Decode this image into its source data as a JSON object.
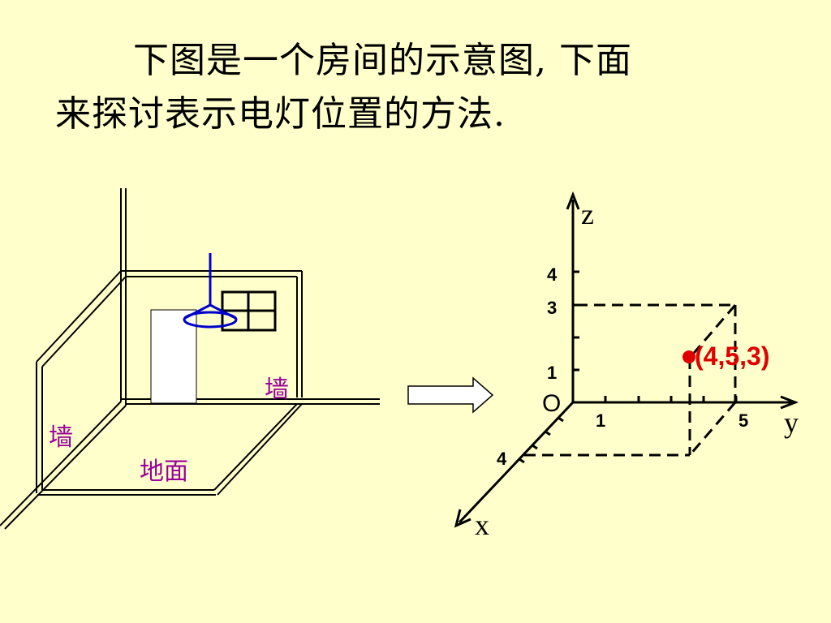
{
  "title": {
    "line1": "下图是一个房间的示意图, 下面",
    "line2": "来探讨表示电灯位置的方法."
  },
  "room": {
    "wall_right_label": "墙",
    "wall_left_label": "墙",
    "floor_label": "地面"
  },
  "axes": {
    "z_label": "z",
    "y_label": "y",
    "x_label": "x",
    "origin_label": "O",
    "z_tick_4": "4",
    "z_tick_3": "3",
    "z_tick_1": "1",
    "y_tick_1": "1",
    "y_tick_5": "5",
    "x_tick_4": "4"
  },
  "point": {
    "label": "(4,5,3)",
    "color": "#E00000"
  },
  "colors": {
    "background": "#FFFFCC",
    "lamp": "#0000CC",
    "label_purple": "#990099"
  },
  "icons": {
    "transform_arrow": "right-arrow-outline-icon"
  }
}
